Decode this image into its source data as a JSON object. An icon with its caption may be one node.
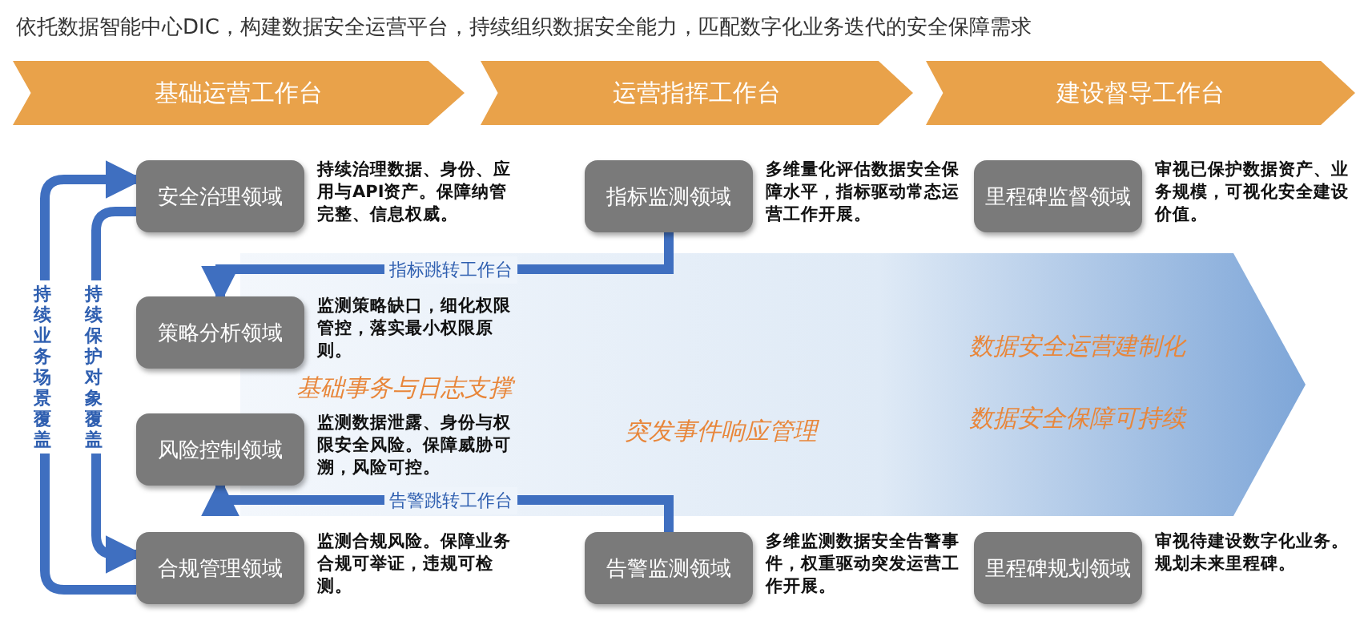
{
  "diagram": {
    "title": "依托数据智能中心DIC，构建数据安全运营平台，持续组织数据安全能力，匹配数字化业务迭代的安全保障需求",
    "nodes": [
      {
        "text": [
          "基础运营工作台"
        ]
      },
      {
        "text": [
          "运营指挥工作台"
        ]
      },
      {
        "text": [
          "建设督导工作台"
        ]
      },
      {
        "text": [
          "安全治理领域"
        ],
        "beside": [
          "持续治理数据、身份、应用与API资产。保障纳管完整、信息权威。"
        ]
      },
      {
        "text": [
          "策略分析领域"
        ],
        "beside": [
          "监测策略缺口，细化权限管控，落实最小权限原则。"
        ]
      },
      {
        "text": [
          "风险控制领域"
        ],
        "beside": [
          "监测数据泄露、身份与权限安全风险。保障威胁可溯，风险可控。"
        ]
      },
      {
        "text": [
          "合规管理领域"
        ],
        "beside": [
          "监测合规风险。保障业务合规可举证，违规可检测。"
        ]
      },
      {
        "text": [
          "指标监测领域"
        ],
        "beside": [
          "多维量化评估数据安全保障水平，指标驱动常态运营工作开展。"
        ]
      },
      {
        "text": [
          "告警监测领域"
        ],
        "beside": [
          "多维监测数据安全告警事件，权重驱动突发运营工作开展。"
        ]
      },
      {
        "text": [
          "里程碑监督领域"
        ],
        "beside": [
          "审视已保护数据资产、业务规模，可视化安全建设价值。"
        ]
      },
      {
        "text": [
          "里程碑规划领域"
        ],
        "beside": [
          "审视待建设数字化业务。规划未来里程碑。"
        ]
      }
    ],
    "edges": [
      {
        "from": 6,
        "to": 3,
        "arrow": "to",
        "label": "持续业务场景覆盖"
      },
      {
        "from": 3,
        "to": 6,
        "arrow": "to",
        "label": "持续保护对象覆盖"
      },
      {
        "from": 7,
        "to": 4,
        "arrow": "to",
        "label": "指标跳转工作台"
      },
      {
        "from": 8,
        "to": 5,
        "arrow": "to",
        "label": "告警跳转工作台"
      }
    ],
    "labels": [
      "数据安全运营建制化",
      "基础事务与日志支撑",
      "数据安全保障可持续",
      "突发事件响应管理"
    ]
  }
}
